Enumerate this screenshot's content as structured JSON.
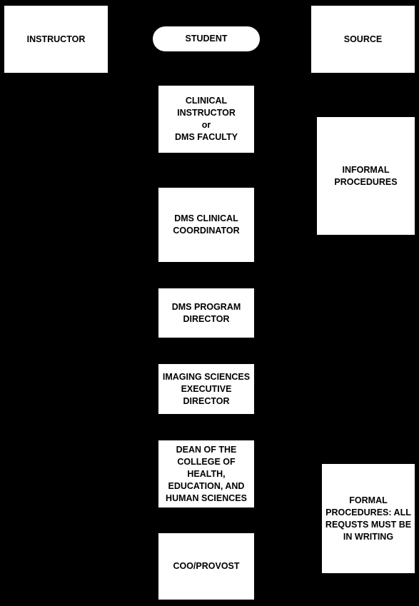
{
  "header": {
    "instructor": "INSTRUCTOR",
    "student": "STUDENT",
    "source": "SOURCE"
  },
  "chain": [
    "CLINICAL\nINSTRUCTOR\nor\nDMS FACULTY",
    "DMS CLINICAL\nCOORDINATOR",
    "DMS PROGRAM\nDIRECTOR",
    "IMAGING SCIENCES\nEXECUTIVE\nDIRECTOR",
    "DEAN OF THE\nCOLLEGE OF HEALTH,\nEDUCATION, AND\nHUMAN SCIENCES",
    "COO/PROVOST"
  ],
  "procedures": {
    "informal": "INFORMAL\nPROCEDURES",
    "formal": "FORMAL\nPROCEDURES: ALL\nREQUSTS MUST BE\nIN WRITING"
  },
  "colors": {
    "background": "#000000",
    "box_fill": "#ffffff",
    "text": "#000000"
  }
}
